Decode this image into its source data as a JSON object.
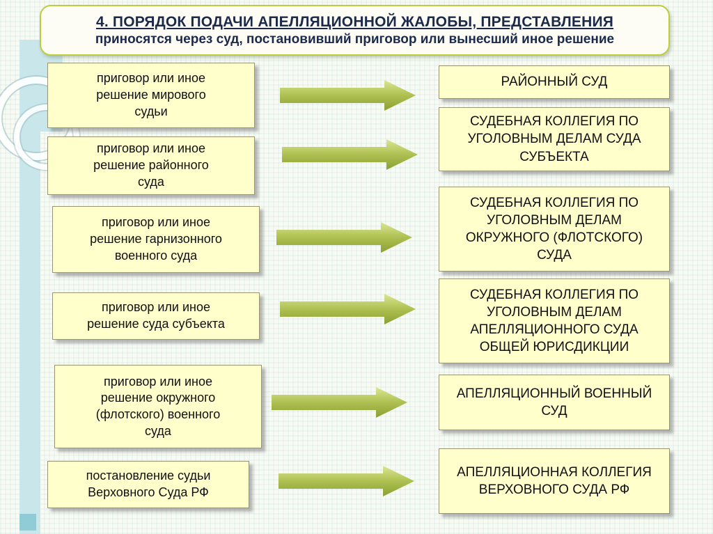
{
  "slide": {
    "title_line1": "4. ПОРЯДОК ПОДАЧИ АПЕЛЛЯЦИОННОЙ ЖАЛОБЫ, ПРЕДСТАВЛЕНИЯ",
    "title_line2": "приносятся через суд, постановивший приговор или вынесший иное решение"
  },
  "rows": [
    {
      "left": "приговор или иное решение мирового судьи",
      "right": "РАЙОННЫЙ СУД"
    },
    {
      "left": "приговор или иное решение районного суда",
      "right": "СУДЕБНАЯ КОЛЛЕГИЯ ПО УГОЛОВНЫМ ДЕЛАМ СУДА СУБЪЕКТА"
    },
    {
      "left": "приговор или иное решение гарнизонного военного суда",
      "right": "СУДЕБНАЯ КОЛЛЕГИЯ ПО УГОЛОВНЫМ ДЕЛАМ ОКРУЖНОГО (ФЛОТСКОГО) СУДА"
    },
    {
      "left": "приговор или иное решение суда субъекта",
      "right": "СУДЕБНАЯ КОЛЛЕГИЯ ПО УГОЛОВНЫМ ДЕЛАМ АПЕЛЛЯЦИОННОГО СУДА ОБЩЕЙ ЮРИСДИКЦИИ"
    },
    {
      "left": "приговор или иное решение окружного (флотского) военного суда",
      "right": "АПЕЛЛЯЦИОННЫЙ ВОЕННЫЙ СУД"
    },
    {
      "left": "постановление судьи Верховного Суда РФ",
      "right": "АПЕЛЛЯЦИОННАЯ КОЛЛЕГИЯ ВЕРХОВНОГО СУДА РФ"
    }
  ],
  "icons": {
    "arrow": "right-block-arrow"
  },
  "colors": {
    "box_fill": "#ffffcc",
    "box_border": "#97946f",
    "arrow_fill": "#aec051",
    "arrow_grad_top": "#dbe795",
    "arrow_grad_bottom": "#8c9f32",
    "arrow_border": "#74842b",
    "title_border": "#bccf3a",
    "title_text": "#1b2a4a",
    "band_teal": "#c9e6ea"
  }
}
